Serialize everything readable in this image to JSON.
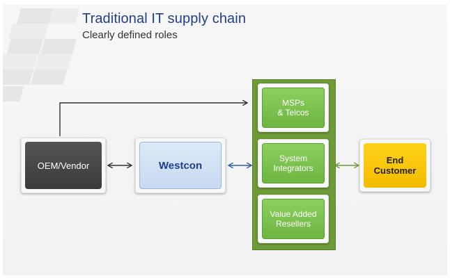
{
  "header": {
    "title": "Traditional IT supply chain",
    "subtitle": "Clearly defined roles"
  },
  "nodes": {
    "oem": "OEM/Vendor",
    "westcon": "Westcon",
    "msps": [
      "MSPs",
      "& Telcos"
    ],
    "integrators": [
      "System",
      "Integrators"
    ],
    "resellers": [
      "Value Added",
      "Resellers"
    ],
    "customer": [
      "End",
      "Customer"
    ]
  },
  "colors": {
    "title": "#1f3d8a",
    "oem": "#444444",
    "westcon": "#cfe0f5",
    "channel_panel": "#6e9a38",
    "channel_box": "#7dc24f",
    "customer": "#ffcc00",
    "arrow_blue": "#2f5fa8",
    "arrow_green": "#6e9a38",
    "arrow_dark": "#333333"
  }
}
